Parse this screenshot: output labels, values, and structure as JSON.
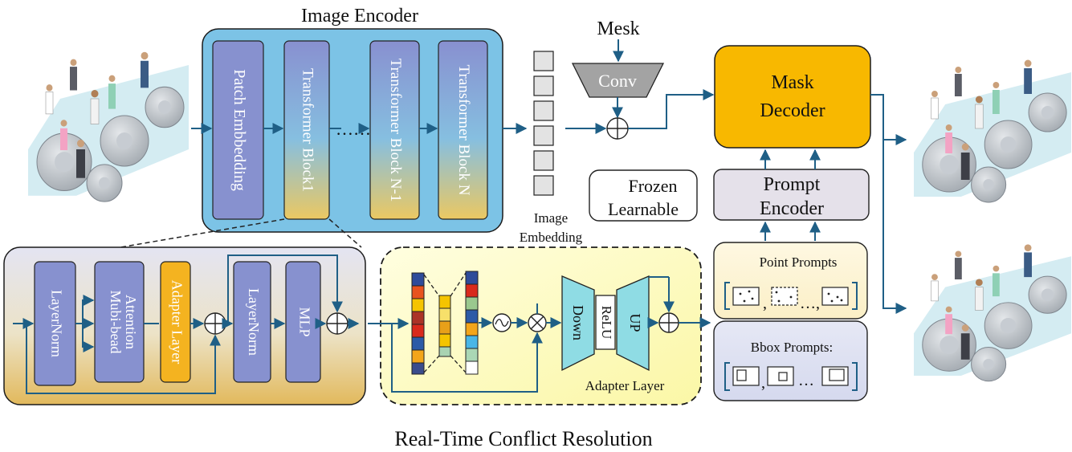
{
  "title": "Real-Time Conflict Resolution",
  "image_encoder": {
    "label": "Image Encoder",
    "blocks": [
      "Patch Embbedding",
      "Transformer Block1",
      "Transformer Block N-1",
      "Transformer Block N"
    ],
    "ellipsis": "……"
  },
  "image_embedding": {
    "label_line1": "Image",
    "label_line2": "Embedding"
  },
  "mask_input": {
    "label": "Mesk",
    "conv_label": "Conv"
  },
  "mask_decoder": {
    "line1": "Mask",
    "line2": "Decoder"
  },
  "legend": {
    "frozen": "Frozen",
    "learnable": "Learnable"
  },
  "prompt_encoder": {
    "line1": "Prompt",
    "line2": "Encoder"
  },
  "transformer_detail": {
    "blocks": [
      "LayerNorm",
      "Mubi-bead Attention",
      "Adapter Layer",
      "LayerNorm",
      "MLP"
    ],
    "attention_line1": "Mubi-bead",
    "attention_line2": "Attention"
  },
  "adapter_detail": {
    "label": "Adapter Layer",
    "down": "Down",
    "relu": "ReLU",
    "up": "UP"
  },
  "point_prompts": {
    "label": "Point Prompts",
    "separator": ",",
    "ellipsis": "…,"
  },
  "bbox_prompts": {
    "label": "Bbox Prompts:",
    "separator": ",",
    "ellipsis": "…"
  },
  "colors": {
    "arrow": "#1f5f86",
    "encoder_fill": "#7cc3e6",
    "block_blue": "#8791cf",
    "block_gold": "#e9c863",
    "decoder_orange": "#f8b800",
    "prompt_gray": "#e5e1ea",
    "adapter_yellow": "#fdfcbd",
    "point_panel": "#fdf3cf",
    "bbox_panel": "#dde0f1"
  }
}
